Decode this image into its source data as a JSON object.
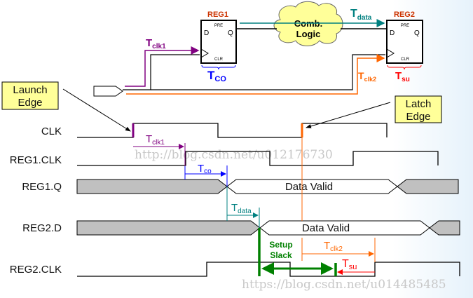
{
  "schematic": {
    "reg1": {
      "name": "REG1",
      "pre": "PRE",
      "d": "D",
      "q": "Q",
      "clr": "CLR"
    },
    "reg2": {
      "name": "REG2",
      "pre": "PRE",
      "d": "D",
      "q": "Q",
      "clr": "CLR"
    },
    "logic": {
      "line1": "Comb.",
      "line2": "Logic"
    },
    "t_data": {
      "main": "T",
      "sub": "data"
    },
    "t_clk1": {
      "main": "T",
      "sub": "clk1"
    },
    "t_co": {
      "main": "T",
      "sub": "CO"
    },
    "t_clk2": {
      "main": "T",
      "sub": "clk2"
    },
    "t_su": {
      "main": "T",
      "sub": "su"
    }
  },
  "callouts": {
    "launch": {
      "line1": "Launch",
      "line2": "Edge"
    },
    "latch": {
      "line1": "Latch",
      "line2": "Edge"
    }
  },
  "signals": [
    "CLK",
    "REG1.CLK",
    "REG1.Q",
    "REG2.D",
    "REG2.CLK"
  ],
  "waveforms": {
    "reg1q_text": "Data Valid",
    "reg2d_text": "Data Valid"
  },
  "timing": {
    "t_clk1": {
      "main": "T",
      "sub": "clk1"
    },
    "t_co": {
      "main": "T",
      "sub": "co"
    },
    "t_data": {
      "main": "T",
      "sub": "data"
    },
    "t_clk2": {
      "main": "T",
      "sub": "clk2"
    },
    "t_su": {
      "main": "T",
      "sub": "su"
    },
    "setup_slack": {
      "line1": "Setup",
      "line2": "Slack"
    }
  },
  "watermarks": [
    "http://blog.csdn.net/u012176730",
    "https://blog.csdn.net/u014485485"
  ],
  "colors": {
    "purple": "#800080",
    "blue": "#0000ff",
    "teal": "#008080",
    "orange": "#ff6600",
    "red": "#ff0000",
    "green": "#008000",
    "reg_label": "#cc3300",
    "callout_fill": "#ffff99",
    "cloud": "#ffff99",
    "invalid": "#c0c0c0"
  }
}
